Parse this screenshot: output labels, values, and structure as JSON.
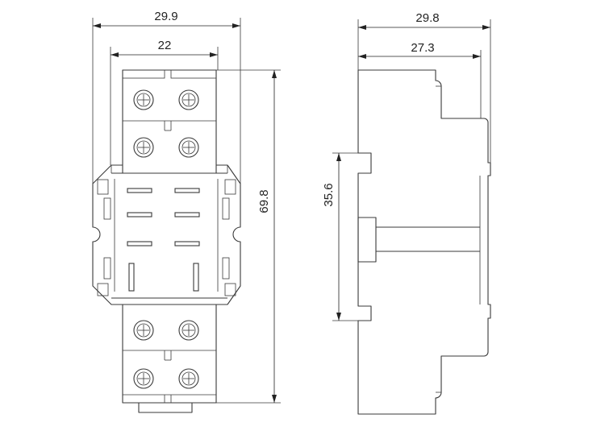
{
  "dimensions": {
    "front_overall_width": "29.9",
    "front_inner_width": "22",
    "front_height": "69.8",
    "side_overall_depth": "29.8",
    "side_inner_depth": "27.3",
    "side_rail_height": "35.6"
  },
  "colors": {
    "line": "#3a3a3a",
    "background": "#ffffff"
  }
}
